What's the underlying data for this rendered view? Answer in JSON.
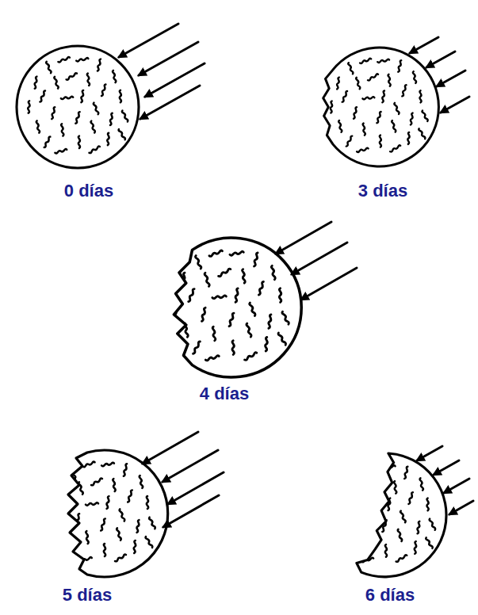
{
  "diagram": {
    "labels": [
      "0 días",
      "3 días",
      "4 días",
      "5 días",
      "6 días"
    ]
  }
}
